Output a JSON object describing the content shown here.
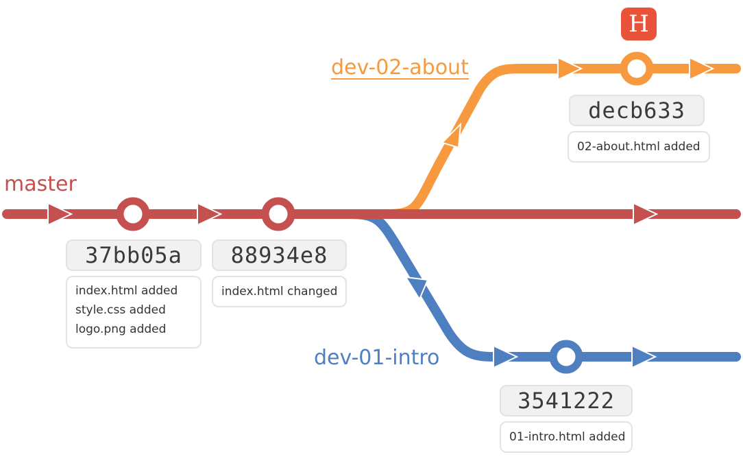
{
  "colors": {
    "master": "#c4504f",
    "about": "#f7993f",
    "intro": "#4e7fc0",
    "head_badge": "#e8533a"
  },
  "branches": {
    "master": "master",
    "about": "dev-02-about",
    "intro": "dev-01-intro"
  },
  "head": {
    "label": "H"
  },
  "commits": {
    "c37": {
      "hash": "37bb05a",
      "lines": [
        "index.html added",
        "style.css added",
        "logo.png added"
      ]
    },
    "c88": {
      "hash": "88934e8",
      "lines": [
        "index.html changed"
      ]
    },
    "cde": {
      "hash": "decb633",
      "lines": [
        "02-about.html added"
      ]
    },
    "c35": {
      "hash": "3541222",
      "lines": [
        "01-intro.html added"
      ]
    }
  }
}
